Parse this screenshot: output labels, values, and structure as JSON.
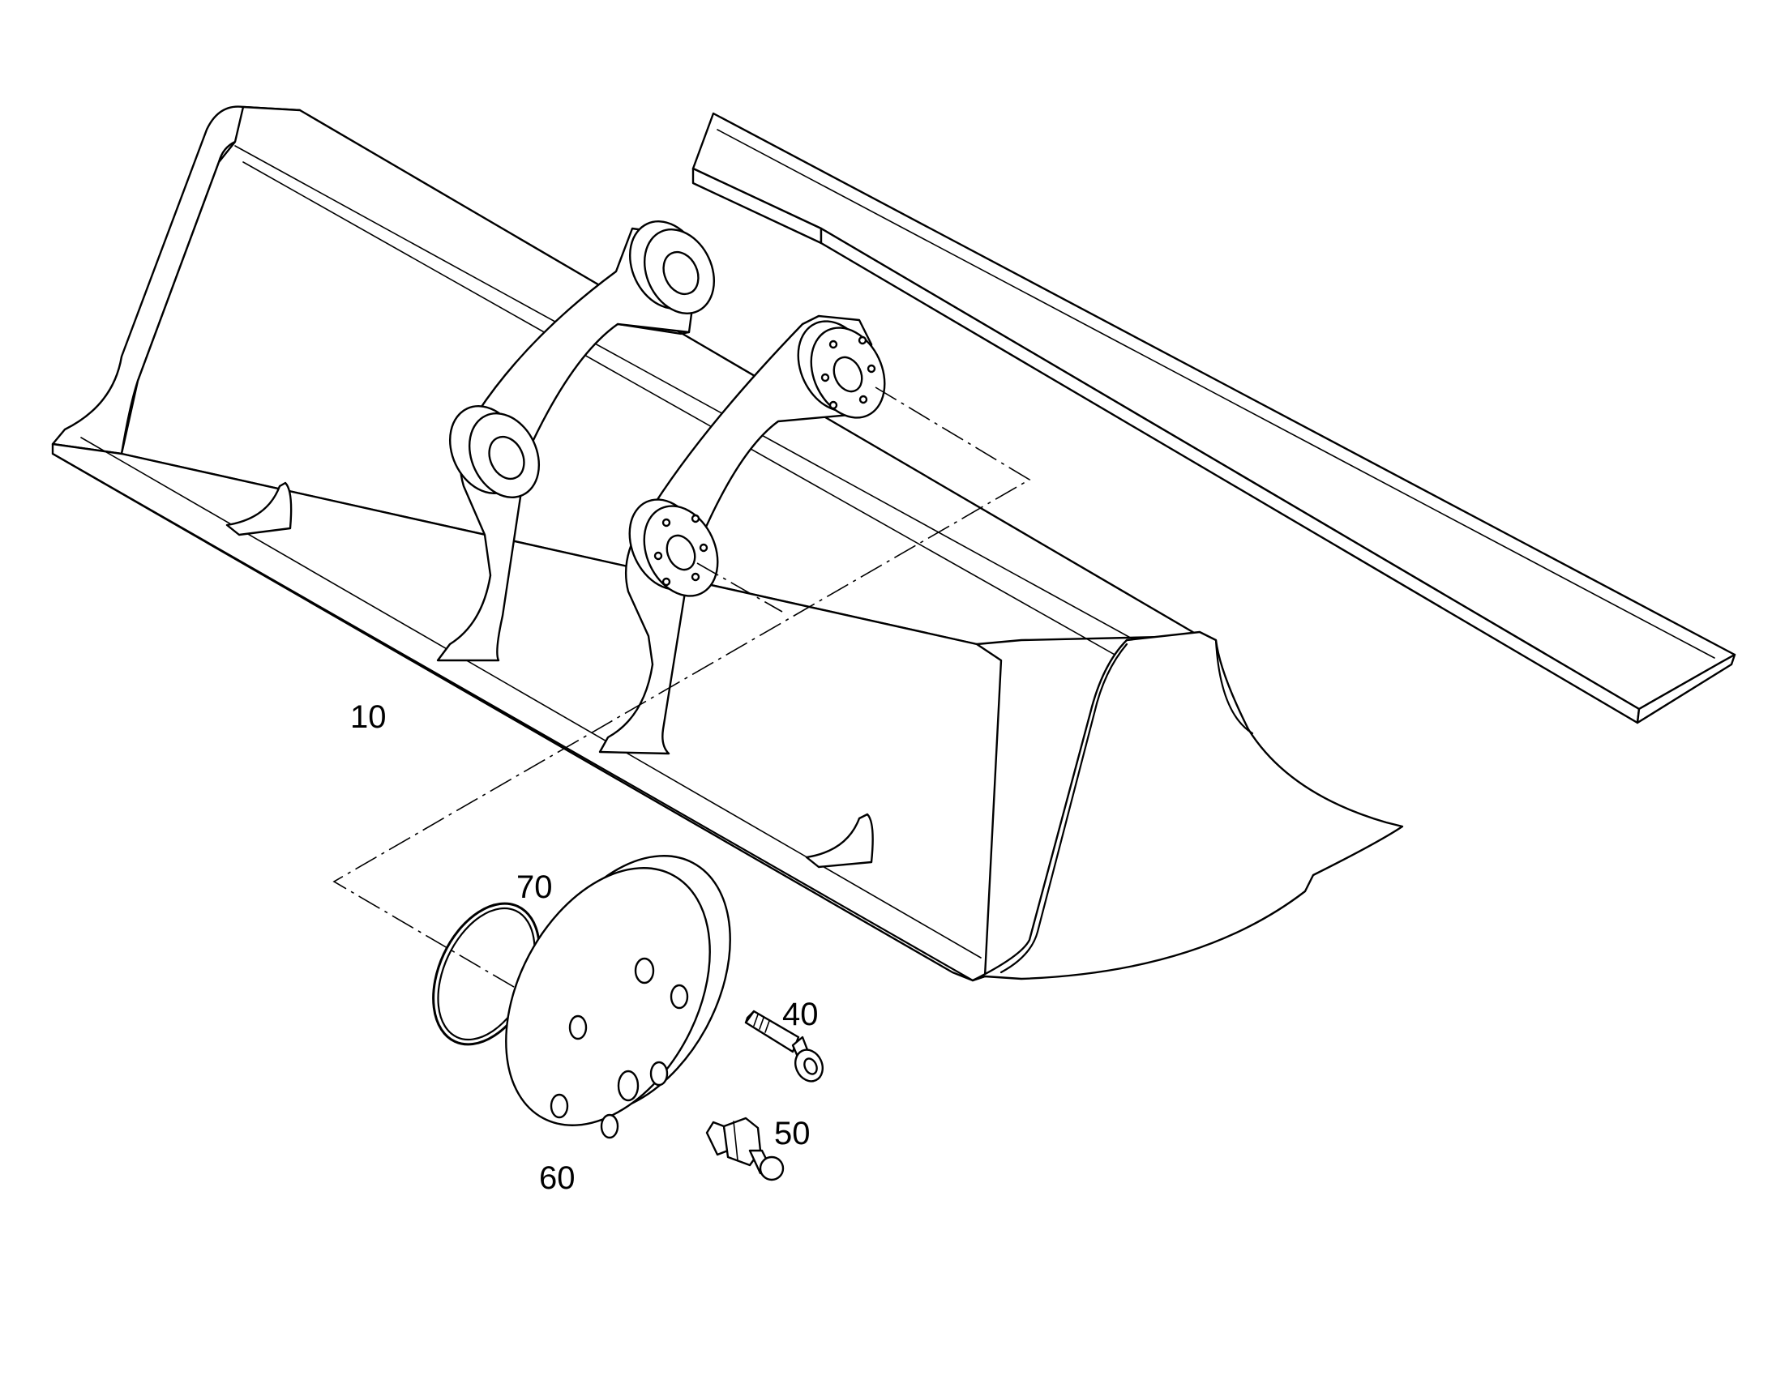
{
  "diagram": {
    "line_color": "#000000",
    "background_color": "#ffffff",
    "labels": {
      "bucket": "10",
      "ring": "70",
      "bolt": "40",
      "fitting": "50",
      "cover": "60"
    }
  }
}
